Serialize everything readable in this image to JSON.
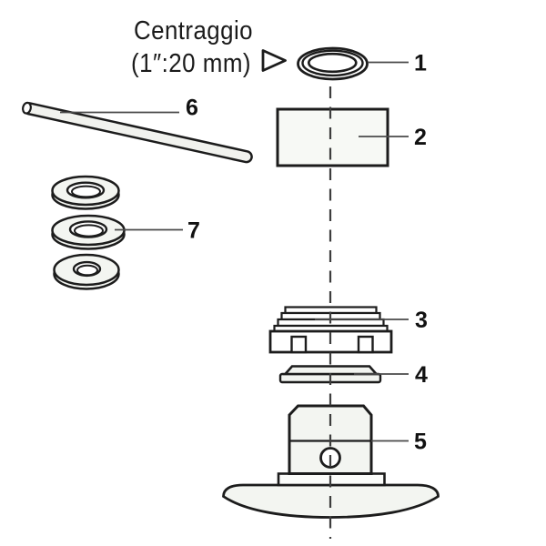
{
  "title": {
    "line1": "Centraggio",
    "line2": "(1″:20 mm)"
  },
  "parts": [
    {
      "number": "1"
    },
    {
      "number": "2"
    },
    {
      "number": "3"
    },
    {
      "number": "4"
    },
    {
      "number": "5"
    },
    {
      "number": "6"
    },
    {
      "number": "7"
    }
  ],
  "colors": {
    "line": "#1c1c1c",
    "leader": "#4a4a4a",
    "axis": "#3d3d3d",
    "part_fill": "#f3f5f1",
    "background": "#ffffff"
  }
}
